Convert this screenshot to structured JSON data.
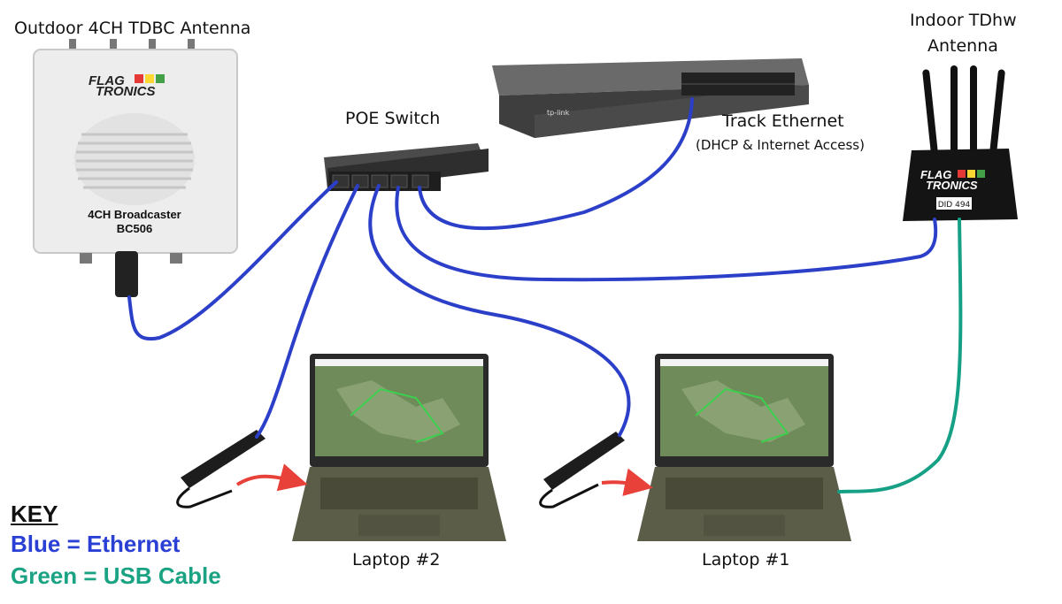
{
  "labels": {
    "outdoor_antenna": "Outdoor 4CH TDBC Antenna",
    "indoor_antenna_line1": "Indoor TDhw",
    "indoor_antenna_line2": "Antenna",
    "poe_switch": "POE Switch",
    "track_ethernet": "Track Ethernet",
    "track_ethernet_sub": "(DHCP & Internet Access)",
    "laptop2": "Laptop #2",
    "laptop1": "Laptop #1"
  },
  "device_text": {
    "broadcaster_line1": "4CH Broadcaster",
    "broadcaster_line2": "BC506",
    "logo_line1": "FLAG",
    "logo_line2": "TRONICS",
    "did_tag": "DID 494",
    "switch_brand": "tp-link"
  },
  "key": {
    "title": "KEY",
    "blue": "Blue = Ethernet",
    "green": "Green = USB Cable"
  },
  "colors": {
    "ethernet": "#2b3fc9",
    "usb": "#16a085",
    "arrow": "#e8413a",
    "key_blue": "#2a3fd4",
    "key_green": "#1aa383"
  }
}
